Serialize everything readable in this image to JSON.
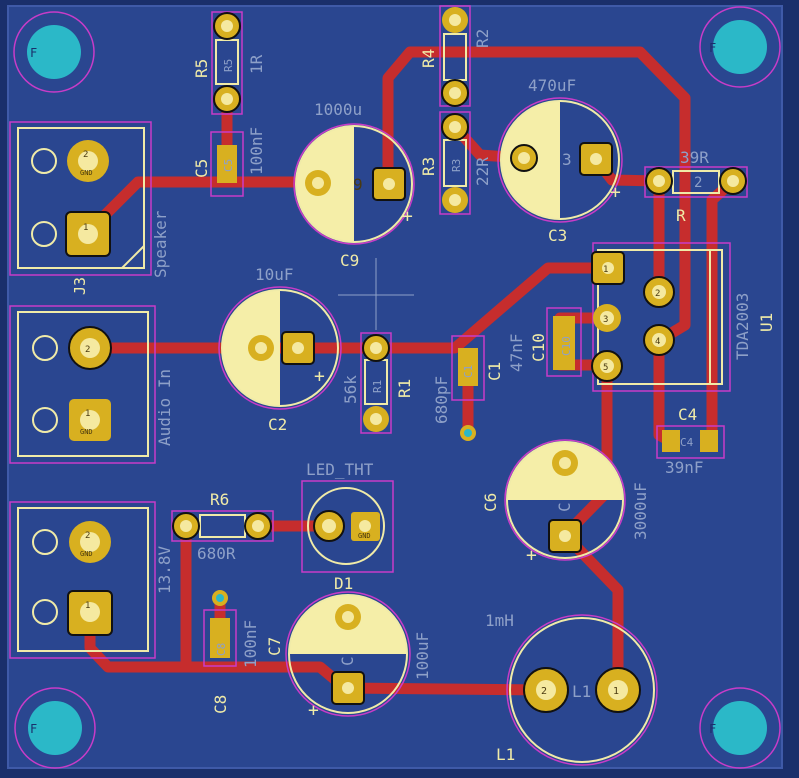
{
  "colors": {
    "background": "#1a2f6b",
    "copper_fill": "#2a4690",
    "trace": "#c62d2d",
    "silk": "#f0eba8",
    "courtyard": "#c83cc8",
    "pad": "#d8b020",
    "pad_inner": "#f5e9a0",
    "mount_hole": "#2bb8c8",
    "fab_text": "#8ea0c8"
  },
  "components": {
    "J3": {
      "ref": "J3",
      "value": "Speaker",
      "pin1": "1",
      "pin2": "2",
      "pin2_net": "GND"
    },
    "J_audio": {
      "value": "Audio In",
      "pin1": "1",
      "pin2": "2",
      "pin1_net": "GND"
    },
    "J_power": {
      "value": "13.8V",
      "pin1": "1",
      "pin2": "2",
      "pin2_net": "GND"
    },
    "R5": {
      "ref": "R5",
      "fab": "R5",
      "value": "1R"
    },
    "C5": {
      "ref": "C5",
      "fab": "C5",
      "value": "100nF"
    },
    "C9": {
      "ref": "C9",
      "value": "1000u",
      "fab": "9"
    },
    "R4": {
      "ref": "R4"
    },
    "R2": {
      "ref": "R2"
    },
    "R3": {
      "ref": "R3",
      "fab": "R3",
      "value": "22R"
    },
    "C3": {
      "ref": "C3",
      "value": "470uF",
      "fab": "3"
    },
    "R_39R": {
      "ref": "R",
      "value": "39R",
      "fab": "2"
    },
    "C2": {
      "ref": "C2",
      "value": "10uF"
    },
    "R1": {
      "ref": "R1",
      "fab": "R1",
      "value": "56k"
    },
    "C1": {
      "ref": "C1",
      "fab": "C1",
      "value": "680pF"
    },
    "C10": {
      "ref": "C10",
      "fab": "C10",
      "value": "47nF"
    },
    "U1": {
      "ref": "U1",
      "value": "TDA2003",
      "pins": [
        "5",
        "4",
        "3",
        "2",
        "1"
      ]
    },
    "C4": {
      "ref": "C4",
      "fab": "C4",
      "value": "39nF"
    },
    "C6": {
      "ref": "C6",
      "value": "3000uF",
      "fab": "C"
    },
    "R6": {
      "ref": "R6",
      "value": "680R"
    },
    "D1": {
      "ref": "D1",
      "value": "LED_THT",
      "pin_net": "GND"
    },
    "C7": {
      "ref": "C7",
      "value": "100nF"
    },
    "C8": {
      "ref": "C8",
      "fab": "C8",
      "value": "100uF",
      "inner": "C"
    },
    "L1": {
      "ref": "L1",
      "value": "1mH",
      "fab": "L1",
      "pin1": "1",
      "pin2": "2"
    }
  },
  "plus_marker": "+",
  "mount_marker": "F"
}
